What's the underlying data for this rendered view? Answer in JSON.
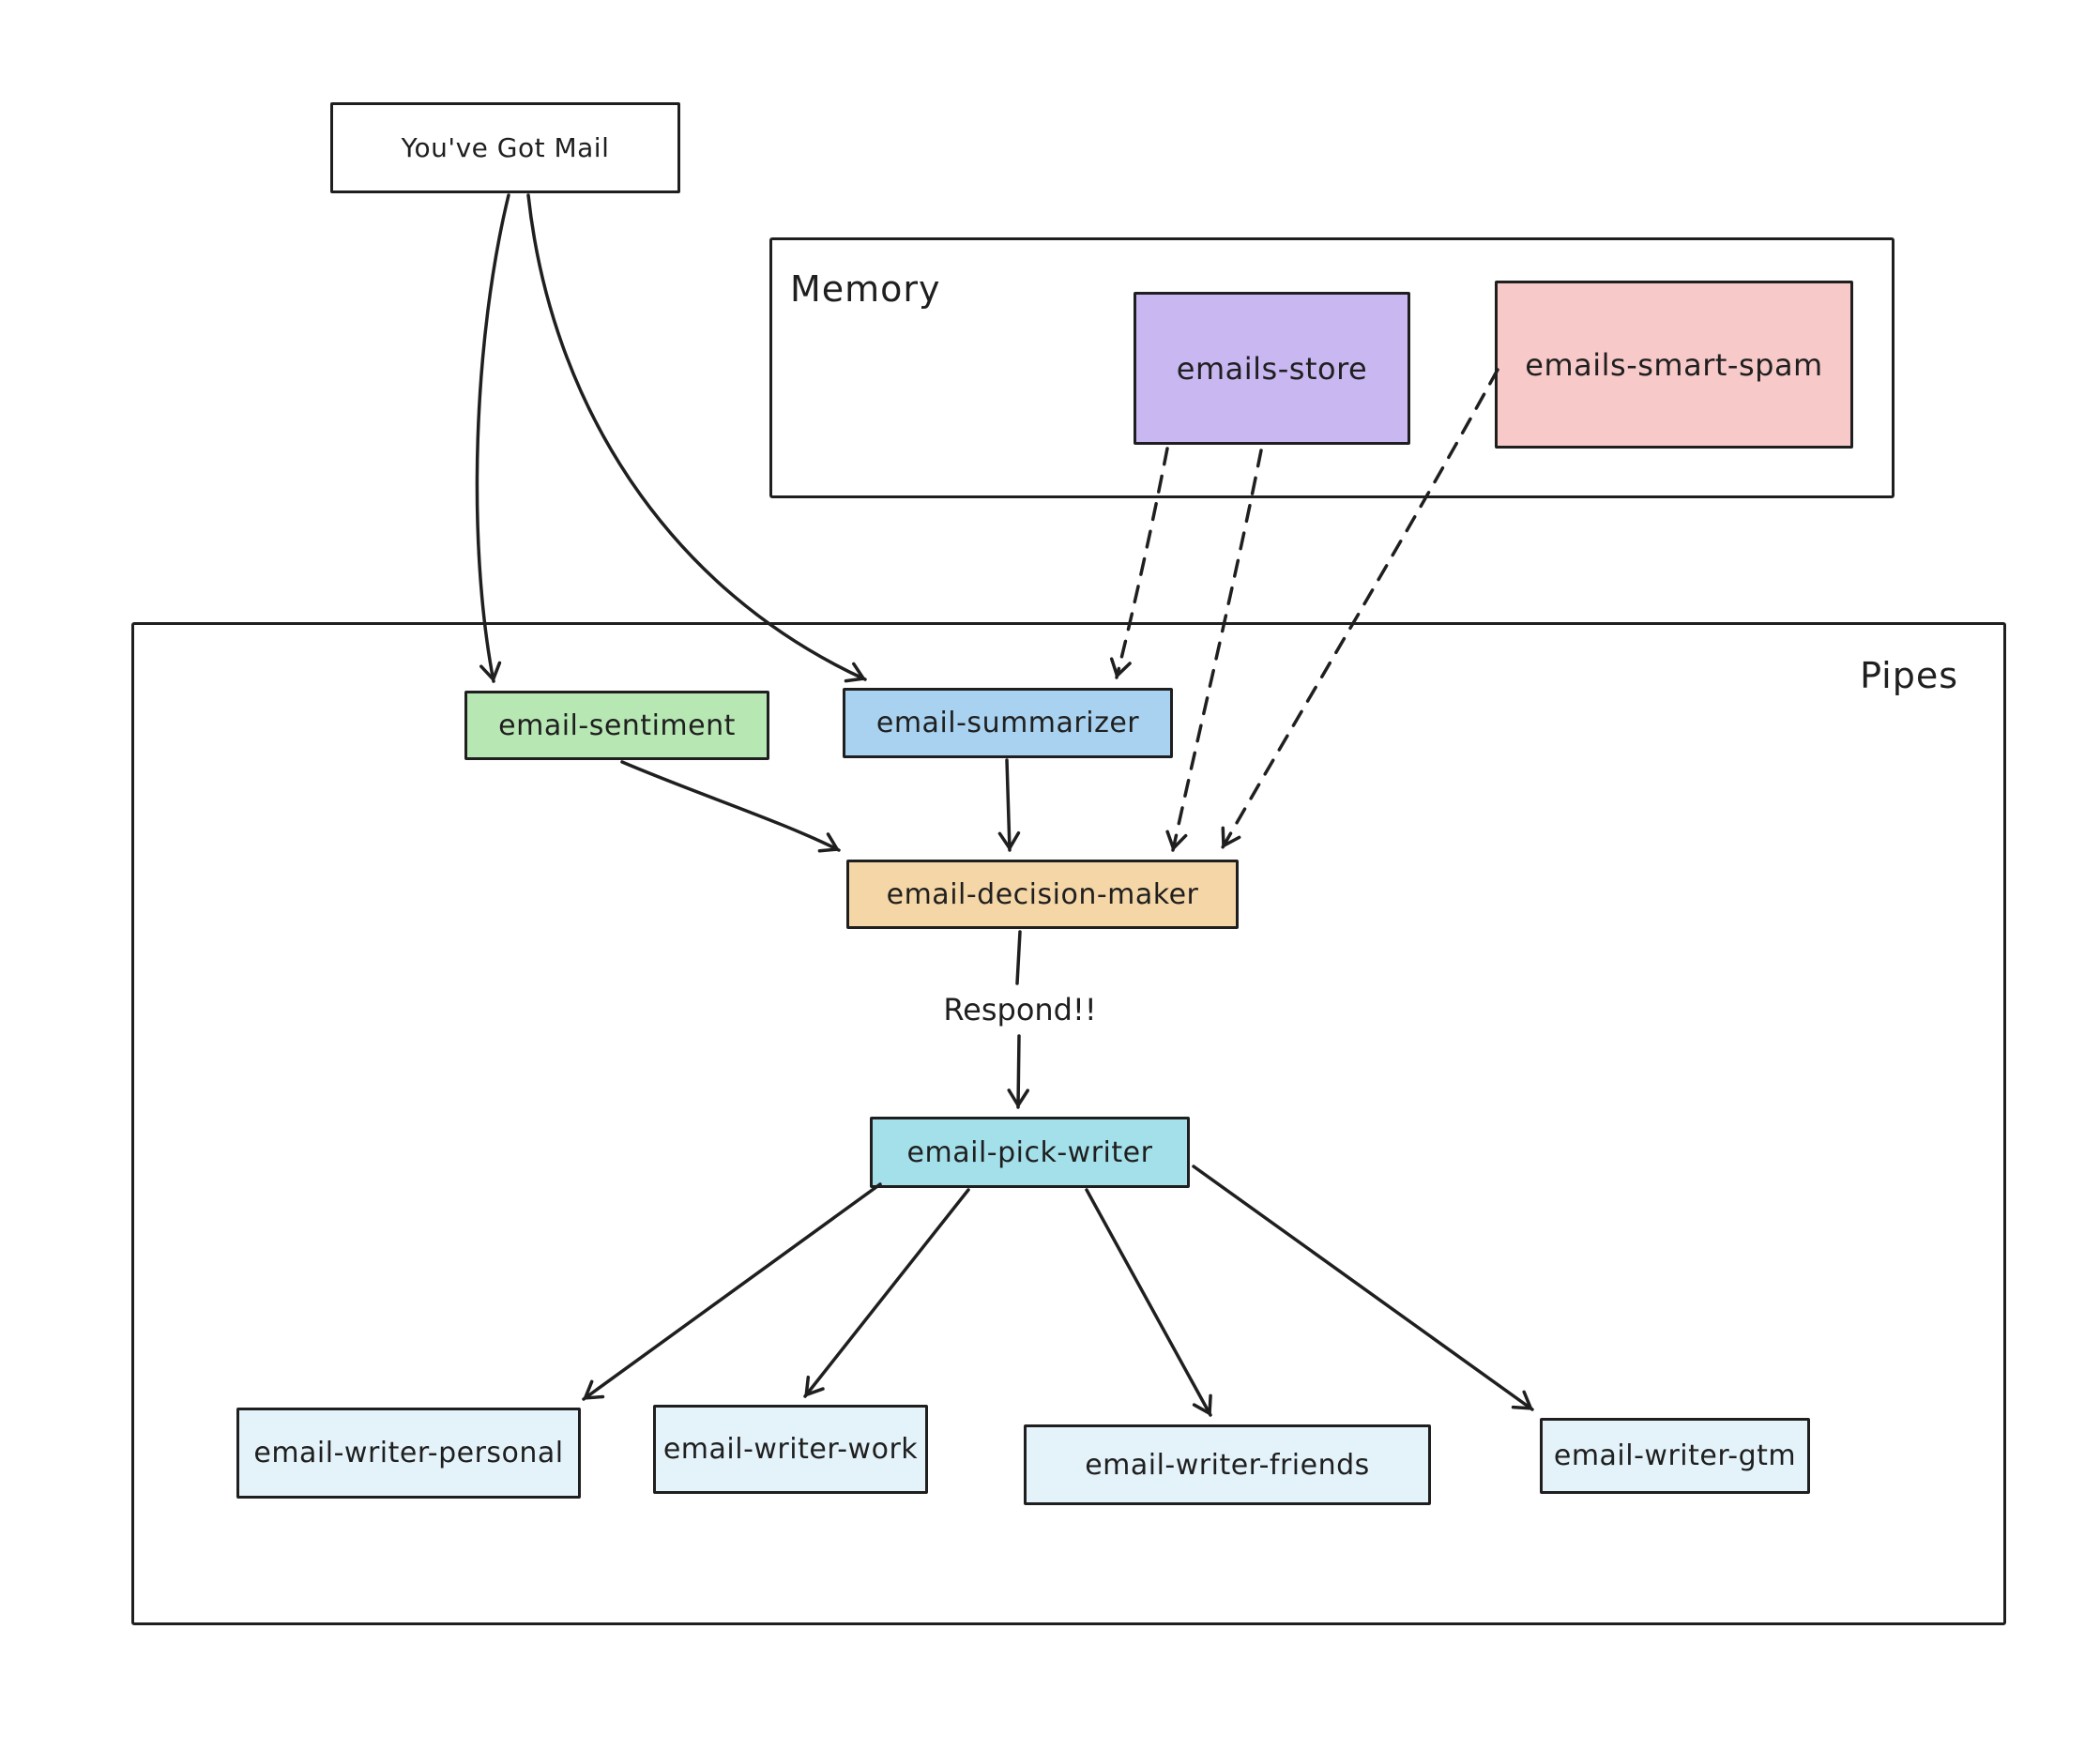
{
  "colors": {
    "stroke": "#1f1f1f",
    "background": "#ffffff",
    "violet": "#c8b7f1",
    "pink": "#f7c9c9",
    "green": "#b7e7b3",
    "blue": "#a8d2f0",
    "orange": "#f5d6a7",
    "cyan": "#a4e0ea",
    "pale_blue": "#e4f3fa",
    "white": "#ffffff"
  },
  "containers": {
    "memory": {
      "label": "Memory"
    },
    "pipes": {
      "label": "Pipes"
    }
  },
  "nodes": {
    "you_got_mail": {
      "label": "You've Got Mail",
      "fill": "#ffffff"
    },
    "emails_store": {
      "label": "emails-store",
      "fill": "#c8b7f1"
    },
    "emails_smart_spam": {
      "label": "emails-smart-spam",
      "fill": "#f7c9c9"
    },
    "email_sentiment": {
      "label": "email-sentiment",
      "fill": "#b7e7b3"
    },
    "email_summarizer": {
      "label": "email-summarizer",
      "fill": "#a8d2f0"
    },
    "email_decision_maker": {
      "label": "email-decision-maker",
      "fill": "#f5d6a7"
    },
    "email_pick_writer": {
      "label": "email-pick-writer",
      "fill": "#a4e0ea"
    },
    "email_writer_personal": {
      "label": "email-writer-personal",
      "fill": "#e4f3fa"
    },
    "email_writer_work": {
      "label": "email-writer-work",
      "fill": "#e4f3fa"
    },
    "email_writer_friends": {
      "label": "email-writer-friends",
      "fill": "#e4f3fa"
    },
    "email_writer_gtm": {
      "label": "email-writer-gtm",
      "fill": "#e4f3fa"
    }
  },
  "edge_labels": {
    "respond": "Respond!!"
  },
  "edges": [
    {
      "from": "you_got_mail",
      "to": "email_sentiment",
      "style": "solid"
    },
    {
      "from": "you_got_mail",
      "to": "email_summarizer",
      "style": "solid"
    },
    {
      "from": "emails_store",
      "to": "email_summarizer",
      "style": "dashed"
    },
    {
      "from": "emails_store",
      "to": "email_decision_maker",
      "style": "dashed"
    },
    {
      "from": "emails_smart_spam",
      "to": "email_decision_maker",
      "style": "dashed"
    },
    {
      "from": "email_sentiment",
      "to": "email_decision_maker",
      "style": "solid"
    },
    {
      "from": "email_summarizer",
      "to": "email_decision_maker",
      "style": "solid"
    },
    {
      "from": "email_decision_maker",
      "to": "email_pick_writer",
      "style": "solid",
      "label": "Respond!!"
    },
    {
      "from": "email_pick_writer",
      "to": "email_writer_personal",
      "style": "solid"
    },
    {
      "from": "email_pick_writer",
      "to": "email_writer_work",
      "style": "solid"
    },
    {
      "from": "email_pick_writer",
      "to": "email_writer_friends",
      "style": "solid"
    },
    {
      "from": "email_pick_writer",
      "to": "email_writer_gtm",
      "style": "solid"
    }
  ]
}
